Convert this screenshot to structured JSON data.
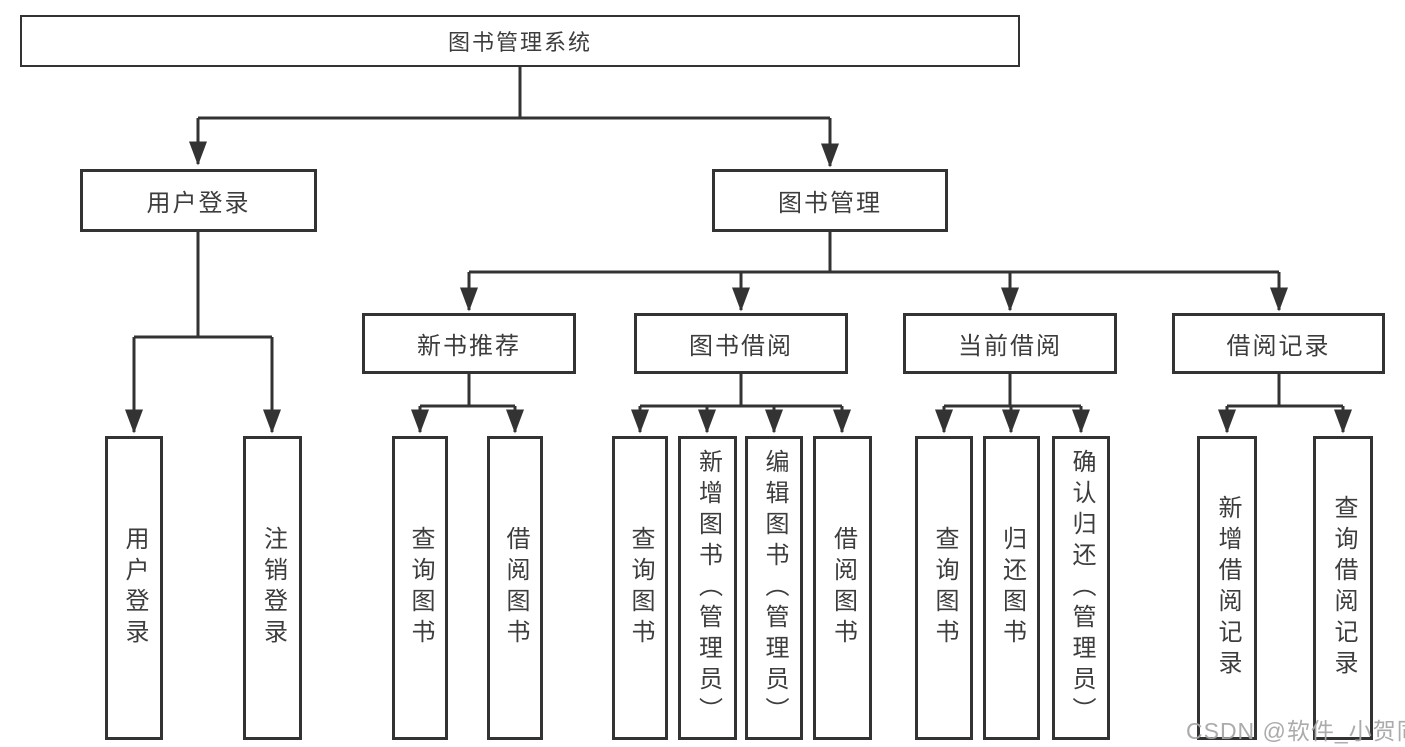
{
  "watermark": "CSDN @软件_小贺同学",
  "tree": {
    "root": "图书管理系统",
    "branches": [
      {
        "label": "用户登录",
        "children": [
          "用户登录",
          "注销登录"
        ]
      },
      {
        "label": "图书管理",
        "sections": [
          {
            "label": "新书推荐",
            "children": [
              "查询图书",
              "借阅图书"
            ]
          },
          {
            "label": "图书借阅",
            "children": [
              "查询图书",
              "新增图书（管理员）",
              "编辑图书（管理员）",
              "借阅图书"
            ]
          },
          {
            "label": "当前借阅",
            "children": [
              "查询图书",
              "归还图书",
              "确认归还（管理员）"
            ]
          },
          {
            "label": "借阅记录",
            "children": [
              "新增借阅记录",
              "查询借阅记录"
            ]
          }
        ]
      }
    ]
  }
}
